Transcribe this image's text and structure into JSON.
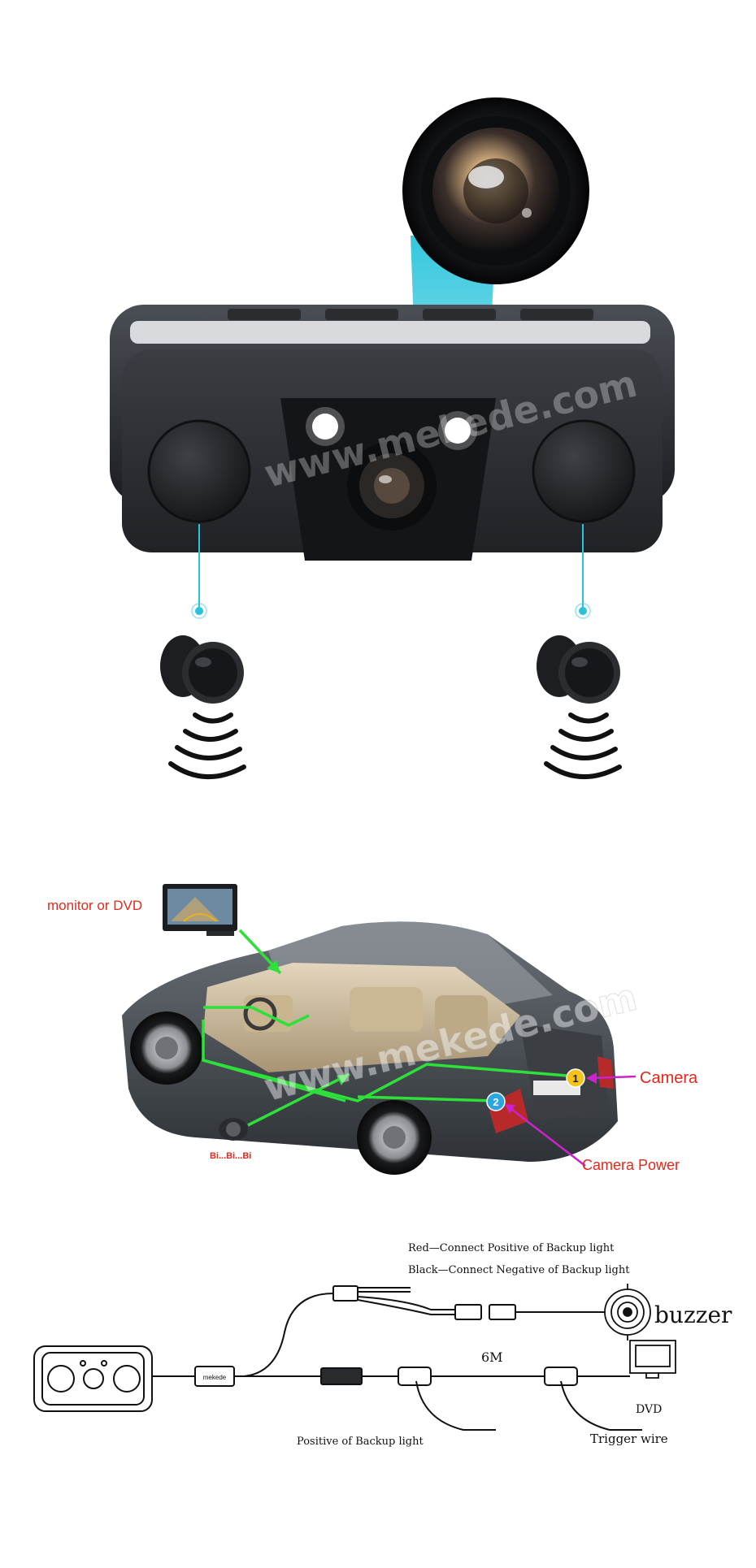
{
  "watermark": "www.mekede.com",
  "section2": {
    "monitor_label": "monitor or DVD",
    "camera_label": "Camera",
    "camera_power_label": "Camera Power",
    "buzzer_sound": "Bi...Bi...Bi",
    "marker_1": "1",
    "marker_2": "2"
  },
  "section3": {
    "red_wire": "Red—Connect Positive of Backup light",
    "black_wire": "Black—Connect Negative of Backup light",
    "buzzer_label": "buzzer",
    "cable_length": "6M",
    "dvd_label": "DVD",
    "positive_label": "Positive of Backup light",
    "trigger_label": "Trigger wire",
    "connector_tag": "mekede"
  },
  "colors": {
    "accent_cyan": "#29c4dc",
    "wire_green": "#2ee03a",
    "label_red": "#e8261b",
    "pointer_magenta": "#cc22cc",
    "marker_yellow": "#f7c21a",
    "marker_blue": "#2aa7e0"
  }
}
